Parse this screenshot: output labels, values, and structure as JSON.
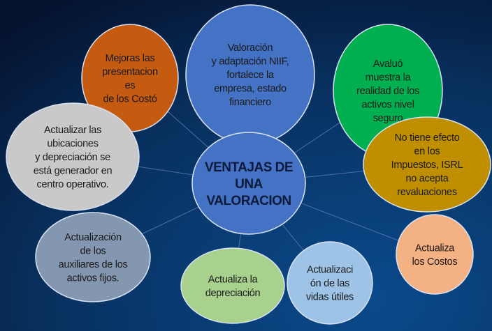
{
  "center": {
    "lines": [
      "VENTAJAS DE",
      "UNA",
      "VALORACION"
    ],
    "color": "#4472c4"
  },
  "nodes": [
    {
      "id": "mejoras",
      "lines": [
        "Mejoras las",
        "presentacion",
        "es",
        "de los Costó"
      ],
      "color": "#c55a11"
    },
    {
      "id": "valoracion-niif",
      "lines": [
        "Valoración",
        "y adaptación NIIF,",
        "fortalece la",
        "empresa, estado",
        "financiero"
      ],
      "color": "#4472c4"
    },
    {
      "id": "avaluo",
      "lines": [
        "Avaluó",
        "muestra la",
        "realidad de los",
        "activos nivel",
        "seguro"
      ],
      "color": "#00b050"
    },
    {
      "id": "ubicaciones",
      "lines": [
        "Actualizar las",
        "ubicaciones",
        "y depreciación se",
        "está generador en",
        "centro operativo."
      ],
      "color": "#c9c9c9"
    },
    {
      "id": "impuestos",
      "lines": [
        "No tiene efecto",
        "en los",
        "Impuestos, ISRL",
        "no acepta",
        "revaluaciones"
      ],
      "color": "#bf8f00"
    },
    {
      "id": "auxiliares",
      "lines": [
        "Actualización",
        "de  los",
        "auxiliares de los",
        "activos fijos."
      ],
      "color": "#8497b0"
    },
    {
      "id": "depreciacion",
      "lines": [
        "Actualiza la",
        "depreciación"
      ],
      "color": "#a9d18e"
    },
    {
      "id": "vidas-utiles",
      "lines": [
        "Actualizaci",
        "ón de las",
        "vidas útiles"
      ],
      "color": "#9dc3e6"
    },
    {
      "id": "costos",
      "lines": [
        "Actualiza",
        "los Costos"
      ],
      "color": "#f4b183"
    }
  ]
}
